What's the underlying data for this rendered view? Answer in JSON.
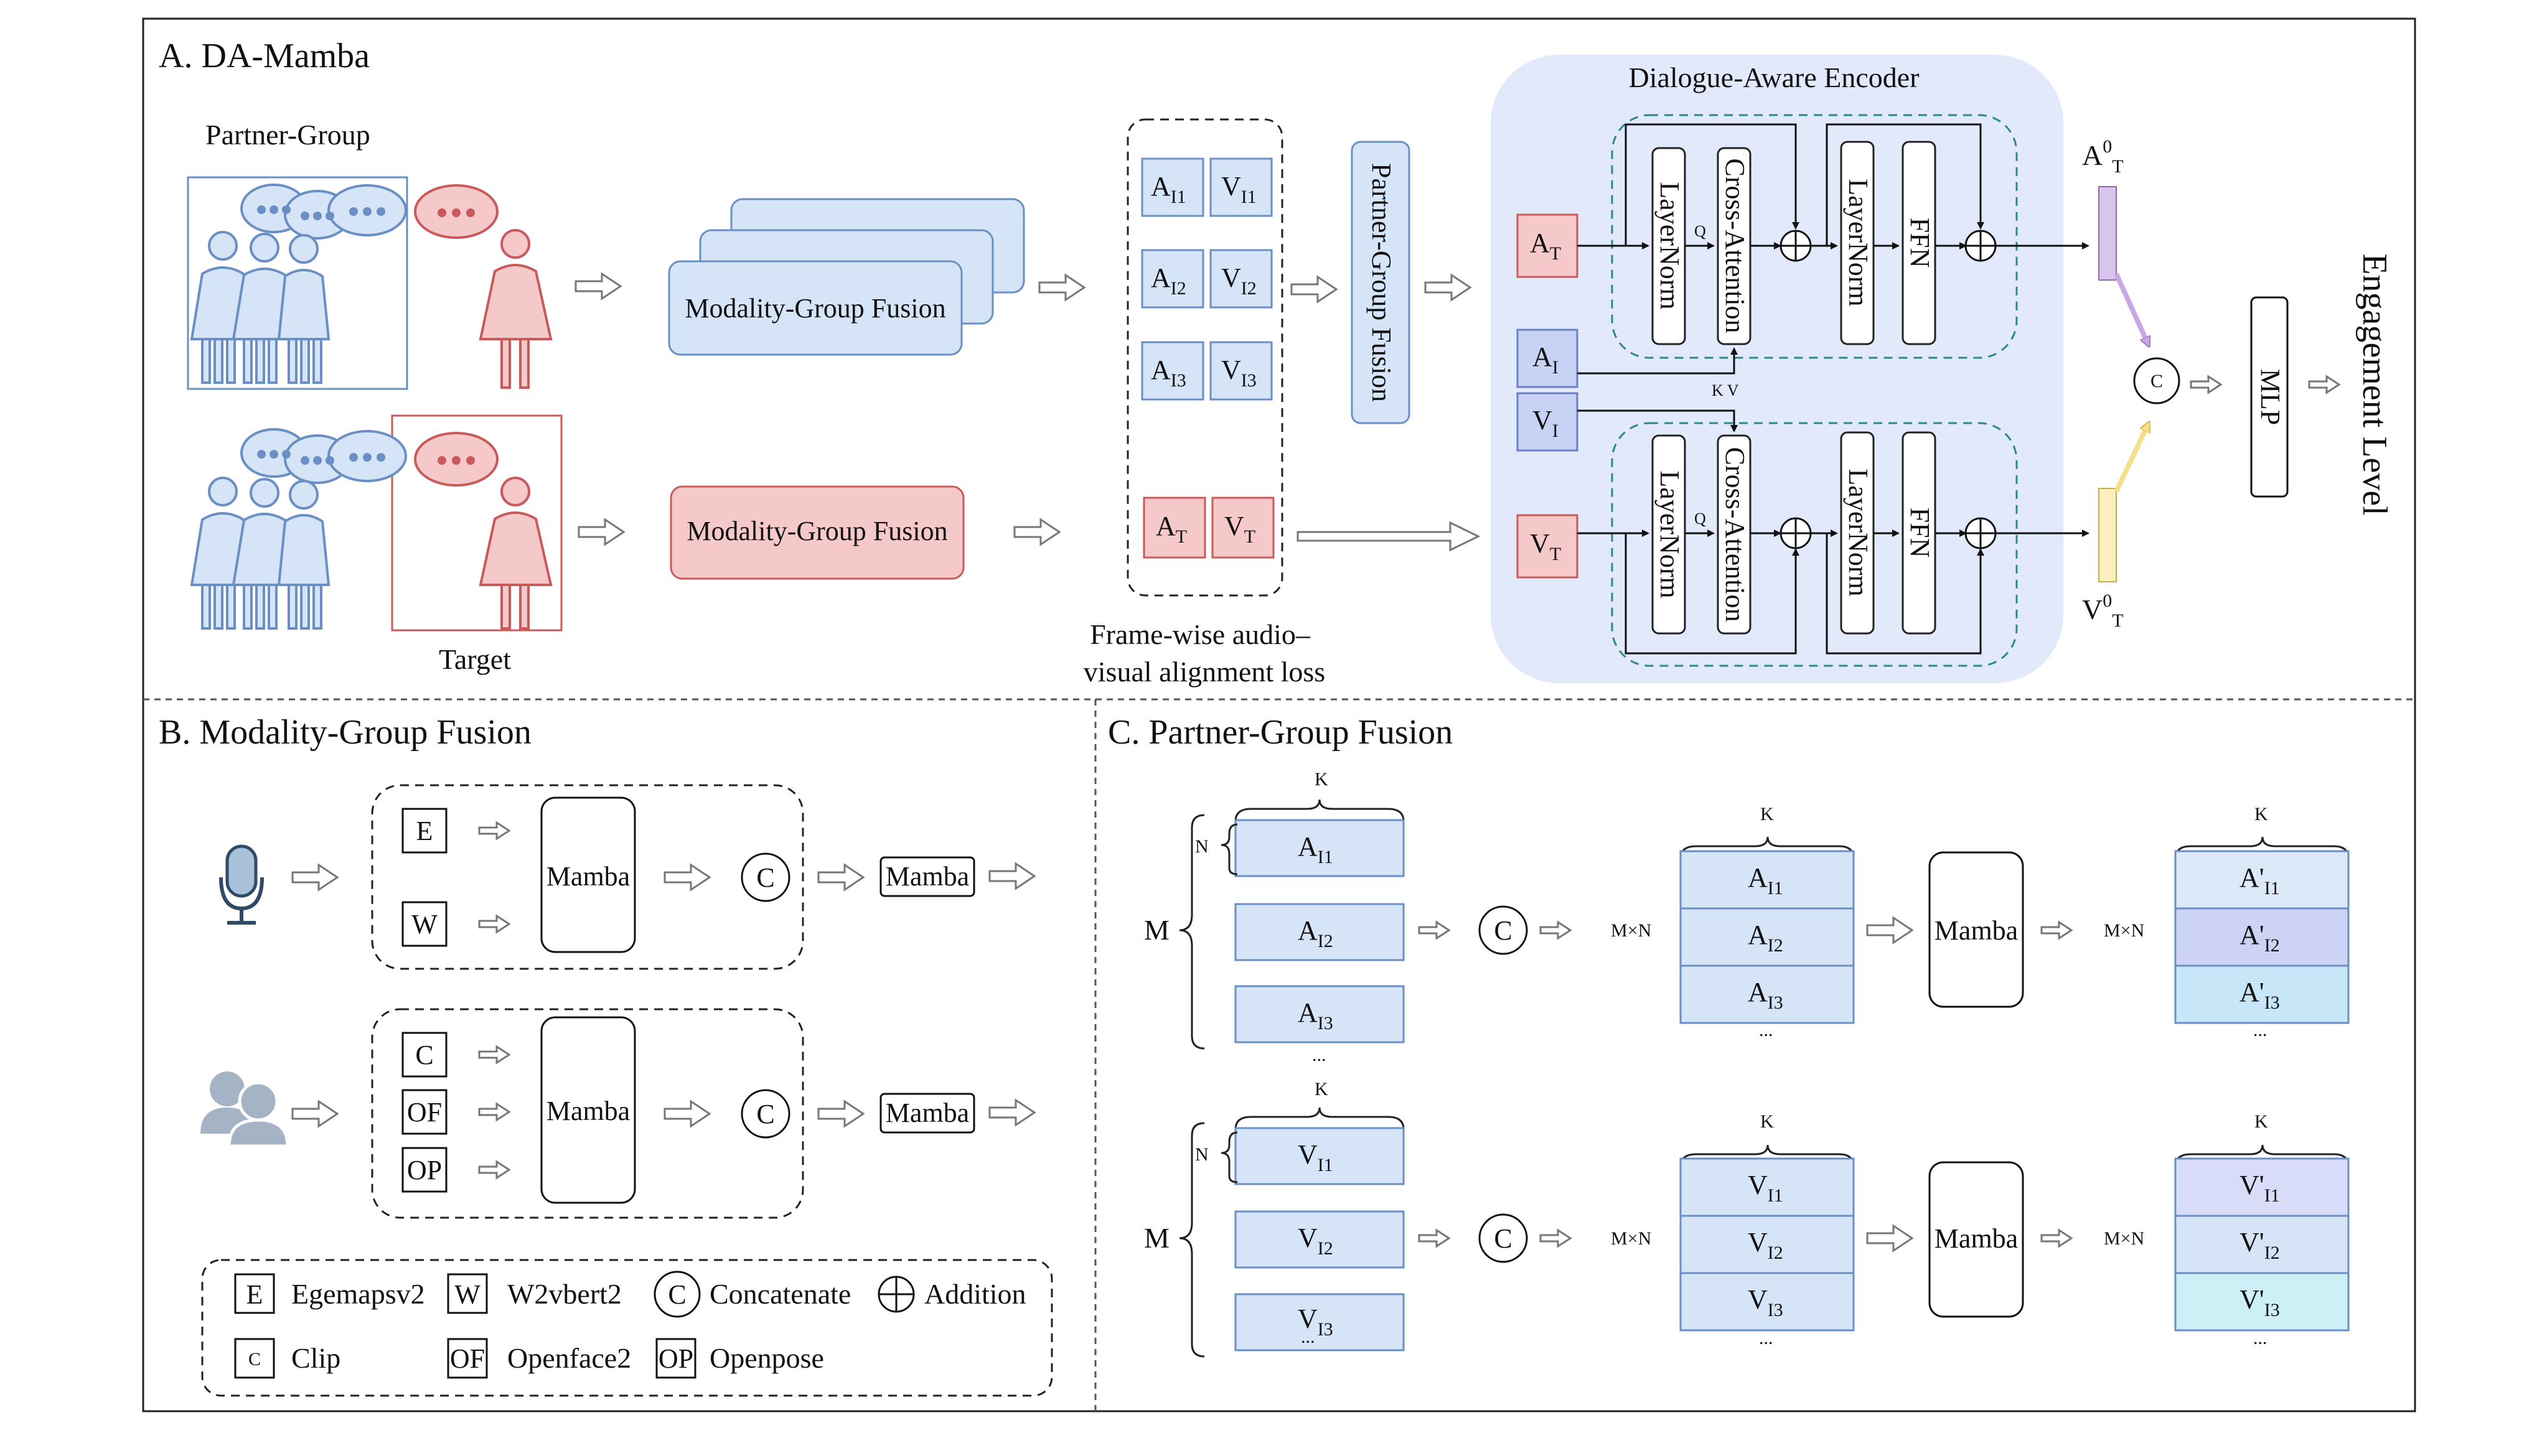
{
  "sections": {
    "a": "A. DA-Mamba",
    "b": "B. Modality-Group Fusion",
    "c": "C. Partner-Group Fusion"
  },
  "part_a": {
    "partner_group": "Partner-Group",
    "target": "Target",
    "mgf_top": "Modality-Group Fusion",
    "mgf_bottom": "Modality-Group Fusion",
    "partner_tokens": [
      {
        "a": "A",
        "a_sub": "I1",
        "v": "V",
        "v_sub": "I1"
      },
      {
        "a": "A",
        "a_sub": "I2",
        "v": "V",
        "v_sub": "I2"
      },
      {
        "a": "A",
        "a_sub": "I3",
        "v": "V",
        "v_sub": "I3"
      }
    ],
    "target_tokens": {
      "a": "A",
      "a_sub": "T",
      "v": "V",
      "v_sub": "T"
    },
    "alignment_loss_line1": "Frame-wise audio–",
    "alignment_loss_line2": "visual alignment loss",
    "pgf_label": "Partner-Group Fusion",
    "encoder_title": "Dialogue-Aware Encoder",
    "enc_inputs": {
      "at": "A",
      "at_sub": "T",
      "ai": "A",
      "ai_sub": "I",
      "vi": "V",
      "vi_sub": "I",
      "vt": "V",
      "vt_sub": "T"
    },
    "layernorm": "LayerNorm",
    "cross_attention": "Cross-Attention",
    "ffn": "FFN",
    "q": "Q",
    "kv": "K V",
    "out_a": "A",
    "out_a_sup": "0",
    "out_a_sub": "T",
    "out_v": "V",
    "out_v_sup": "0",
    "out_v_sub": "T",
    "concat_c": "C",
    "mlp": "MLP",
    "engagement": "Engagement Level"
  },
  "part_b": {
    "audio_feats": [
      "E",
      "W"
    ],
    "visual_feats": [
      "C",
      "OF",
      "OP"
    ],
    "mamba_inner": "Mamba",
    "concat": "C",
    "mamba_out": "Mamba",
    "legend": [
      {
        "sym": "E",
        "name": "Egemapsv2"
      },
      {
        "sym": "W",
        "name": "W2vbert2"
      },
      {
        "sym": "C",
        "name": "Concatenate"
      },
      {
        "sym": "⊕",
        "name": "Addition"
      },
      {
        "sym": "C",
        "name": "Clip"
      },
      {
        "sym": "OF",
        "name": "Openface2"
      },
      {
        "sym": "OP",
        "name": "Openpose"
      }
    ]
  },
  "part_c": {
    "k": "K",
    "n": "N",
    "m": "M",
    "mxn": "M×N",
    "ellipsis": "...",
    "concat": "C",
    "mamba": "Mamba",
    "audio_inputs": [
      {
        "base": "A",
        "sub": "I1"
      },
      {
        "base": "A",
        "sub": "I2"
      },
      {
        "base": "A",
        "sub": "I3"
      }
    ],
    "visual_inputs": [
      {
        "base": "V",
        "sub": "I1"
      },
      {
        "base": "V",
        "sub": "I2"
      },
      {
        "base": "V",
        "sub": "I3"
      }
    ],
    "audio_stack": [
      {
        "base": "A",
        "sub": "I1"
      },
      {
        "base": "A",
        "sub": "I2"
      },
      {
        "base": "A",
        "sub": "I3"
      }
    ],
    "visual_stack": [
      {
        "base": "V",
        "sub": "I1"
      },
      {
        "base": "V",
        "sub": "I2"
      },
      {
        "base": "V",
        "sub": "I3"
      }
    ],
    "audio_out": [
      {
        "base": "A'",
        "sub": "I1"
      },
      {
        "base": "A'",
        "sub": "I2"
      },
      {
        "base": "A'",
        "sub": "I3"
      }
    ],
    "visual_out": [
      {
        "base": "V'",
        "sub": "I1"
      },
      {
        "base": "V'",
        "sub": "I2"
      },
      {
        "base": "V'",
        "sub": "I3"
      }
    ]
  },
  "colors": {
    "blue_fill": "#d6e4f7",
    "blue_stroke": "#6a8fc4",
    "red_fill": "#f5c9c9",
    "red_stroke": "#c85a5a",
    "encoder_bg": "#e2e9fb",
    "purple_bar": "#d9c4ec",
    "yellow_bar": "#fbefc0"
  }
}
